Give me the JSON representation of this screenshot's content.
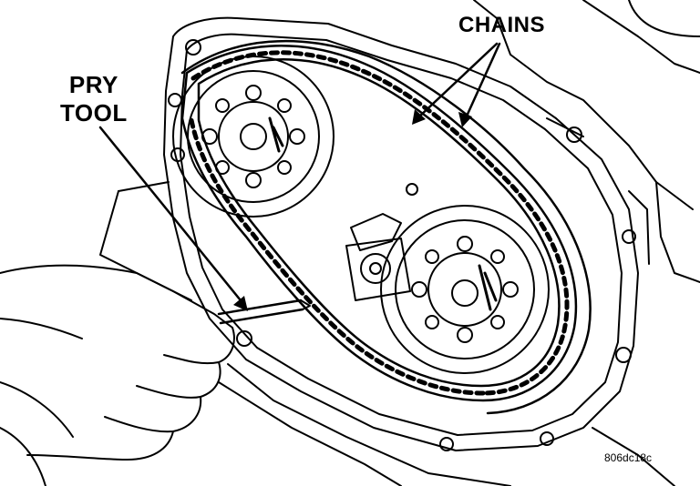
{
  "labels": {
    "chains": "CHAINS",
    "pry_line1": "PRY",
    "pry_line2": "TOOL",
    "figure_code": "806dc18c"
  },
  "colors": {
    "ink": "#000000",
    "paper": "#ffffff"
  }
}
